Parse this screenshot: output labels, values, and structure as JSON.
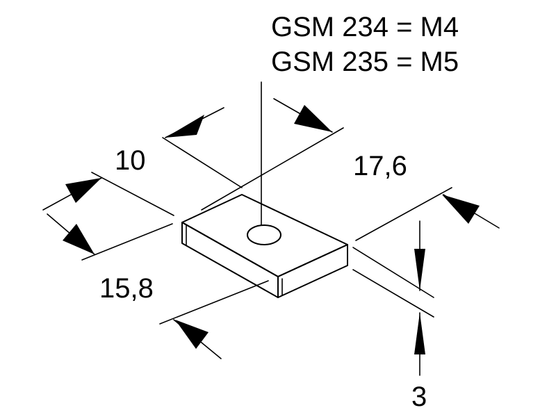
{
  "title_lines": [
    "GSM 234 = M4",
    "GSM 235 = M5"
  ],
  "dimensions": {
    "width_top": "10",
    "length": "17,6",
    "width_left": "15,8",
    "thickness": "3"
  }
}
